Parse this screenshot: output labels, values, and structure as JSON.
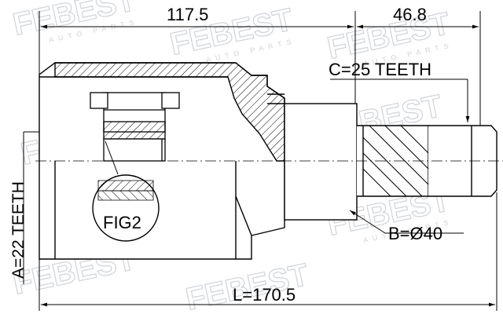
{
  "drawing": {
    "dim_top_left": "117.5",
    "dim_top_right": "46.8",
    "spline_c": "C=25 TEETH",
    "spline_a": "A=22 TEETH",
    "diameter_b": "B=Ø40",
    "length_l": "L=170.5",
    "fig_label": "FIG2"
  },
  "watermark": {
    "brand": "FEBEST",
    "sub": "AUTO PARTS"
  },
  "colors": {
    "line": "#000000",
    "watermark": "#cfd3d8",
    "background": "#ffffff"
  }
}
